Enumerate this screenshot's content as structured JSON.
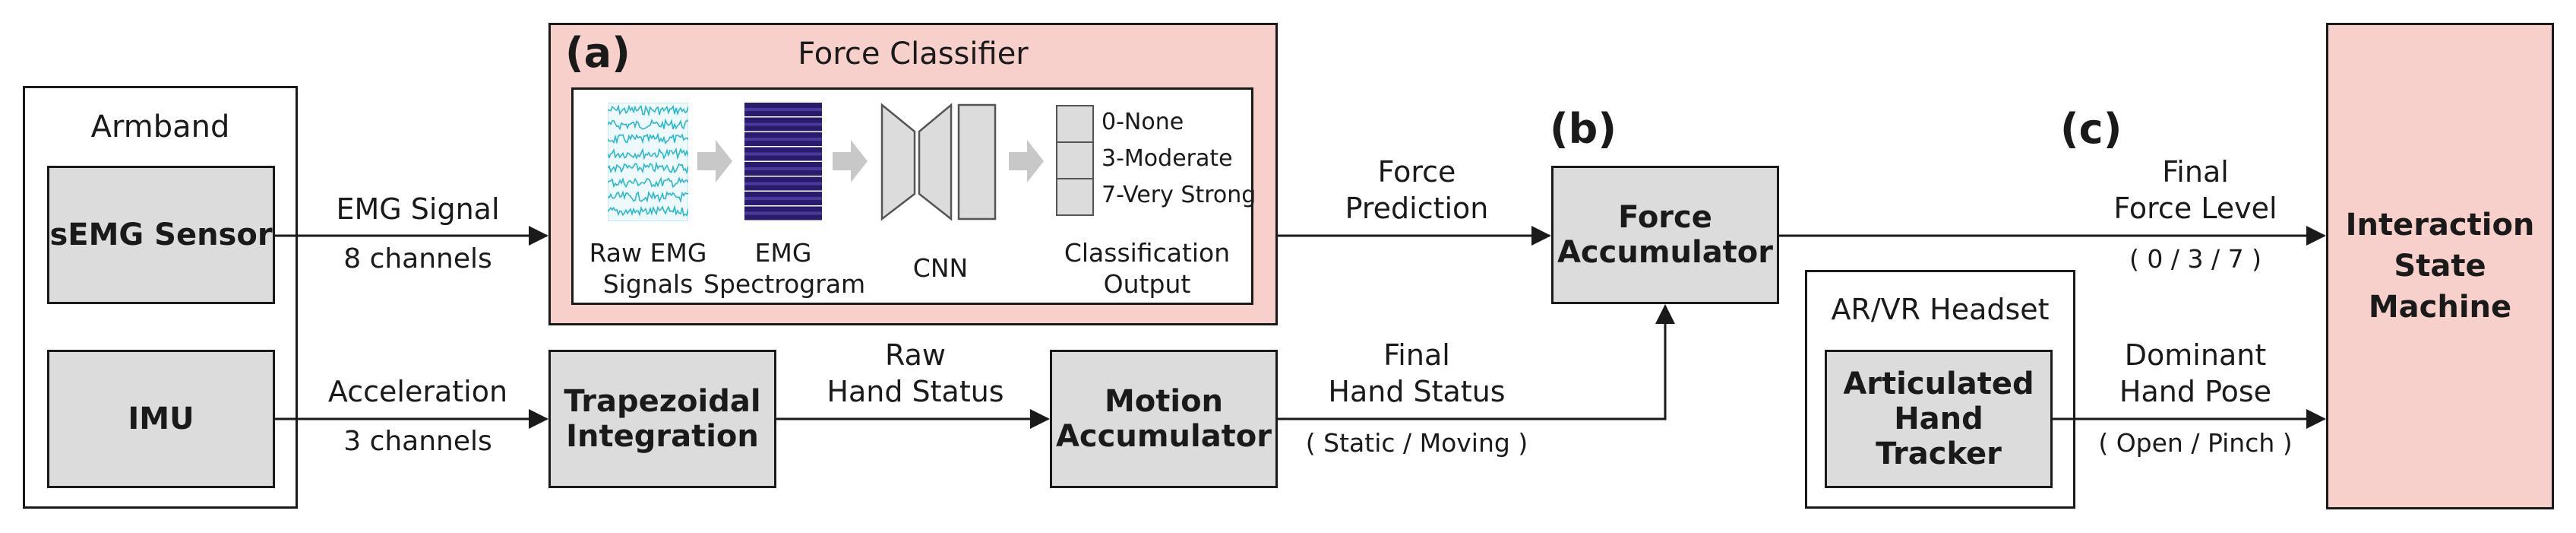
{
  "tags": {
    "a": "(a)",
    "b": "(b)",
    "c": "(c)"
  },
  "armband": {
    "title": "Armband",
    "semg": "sEMG Sensor",
    "imu": "IMU"
  },
  "force_classifier": {
    "title": "Force Classifier",
    "steps": {
      "raw_emg": [
        "Raw EMG",
        "Signals"
      ],
      "spectrogram": [
        "EMG",
        "Spectrogram"
      ],
      "cnn": "CNN",
      "output": [
        "Classification",
        "Output"
      ]
    },
    "classes": [
      "0-None",
      "3-Moderate",
      "7-Very Strong"
    ],
    "colors": {
      "signal": "#29b8cc",
      "spectrogram_dark": "#2b1b6e",
      "spectrogram_mid": "#4a3a9a"
    }
  },
  "signals": {
    "emg": [
      "EMG Signal",
      "8 channels"
    ],
    "accel": [
      "Acceleration",
      "3 channels"
    ],
    "raw_hand": [
      "Raw",
      "Hand Status"
    ],
    "force_pred": [
      "Force",
      "Prediction"
    ],
    "final_hand": [
      "Final",
      "Hand Status",
      "( Static / Moving )"
    ],
    "final_force": [
      "Final",
      "Force Level",
      "( 0 / 3 / 7 )"
    ],
    "hand_pose": [
      "Dominant",
      "Hand Pose",
      "( Open / Pinch )"
    ]
  },
  "blocks": {
    "trapezoidal": [
      "Trapezoidal",
      "Integration"
    ],
    "motion_acc": [
      "Motion",
      "Accumulator"
    ],
    "force_acc": [
      "Force",
      "Accumulator"
    ],
    "headset_title": "AR/VR Headset",
    "hand_tracker": [
      "Articulated",
      "Hand Tracker"
    ],
    "state_machine": [
      "Interaction",
      "State Machine"
    ]
  },
  "palette": {
    "gray_fill": "#dcdcdc",
    "pink_fill": "#f8d0cb",
    "stroke": "#1a1a1a"
  }
}
